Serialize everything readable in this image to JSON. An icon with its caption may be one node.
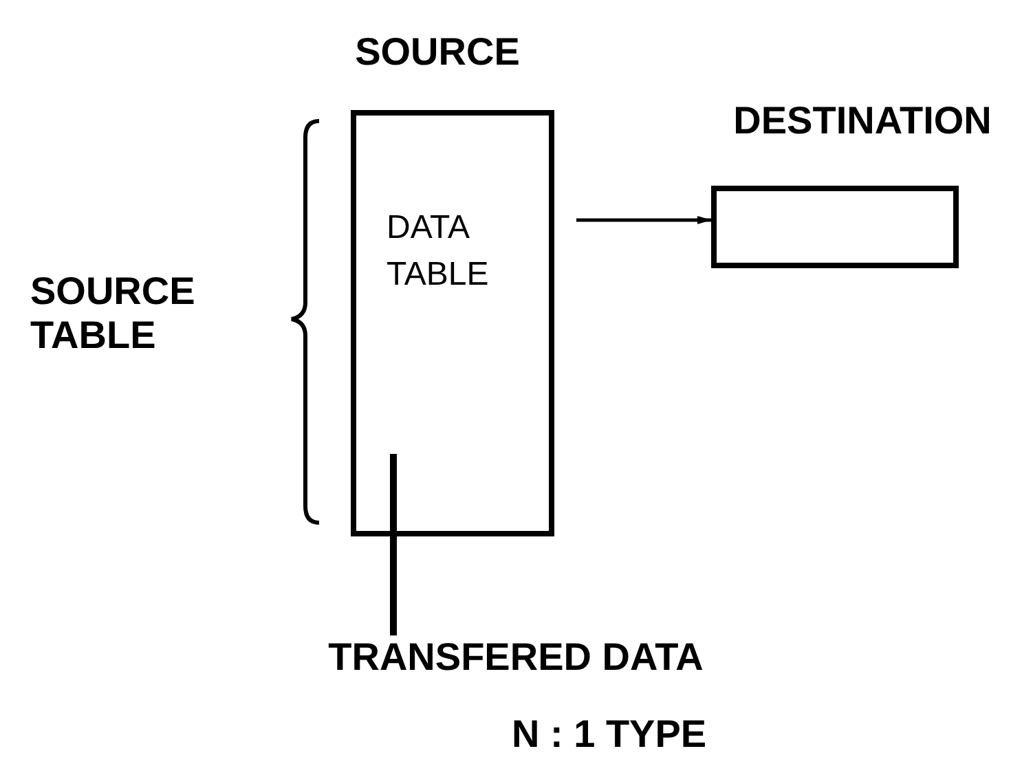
{
  "diagram": {
    "caption": "N : 1 TYPE",
    "nodes": [
      {
        "text": [
          "SOURCE",
          "DATA TABLE"
        ]
      },
      {
        "text": [
          "DESTINATION"
        ]
      },
      {
        "text": [
          "TRANSFERED DATA"
        ]
      }
    ],
    "edges": [
      {
        "from": 0,
        "to": 1,
        "arrow": "to"
      },
      {
        "from": 2,
        "to": 0,
        "arrow": "none",
        "style": "thick"
      }
    ],
    "labels": [
      "SOURCE TABLE"
    ]
  }
}
